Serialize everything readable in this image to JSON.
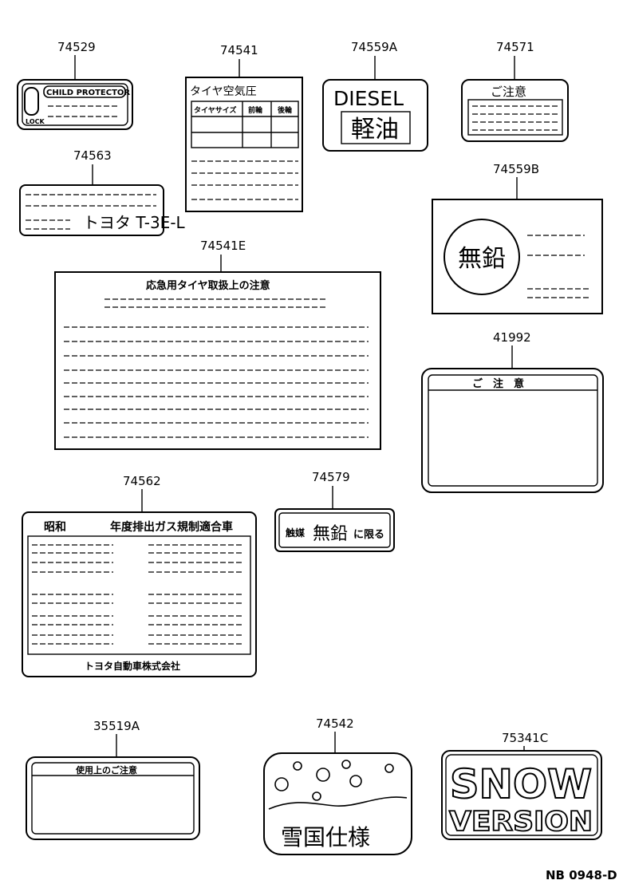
{
  "parts": {
    "p74529": "74529",
    "p74541": "74541",
    "p74559A": "74559A",
    "p74571": "74571",
    "p74563": "74563",
    "p74559B": "74559B",
    "p74541E": "74541E",
    "p41992": "41992",
    "p74562": "74562",
    "p74579": "74579",
    "p35519A": "35519A",
    "p74542": "74542",
    "p75341C": "75341C"
  },
  "labels": {
    "child_protector": "CHILD PROTECTOR",
    "lock": "LOCK",
    "tire_pressure_title": "タイヤ空気圧",
    "tire_size": "タイヤサイズ",
    "col_front": "前輪",
    "col_rear": "後輪",
    "diesel": "DIESEL",
    "keiyu": "軽油",
    "caution": "ご注意",
    "toyota_t3el": "トヨタ T-3E-L",
    "unleaded": "無鉛",
    "emergency_tire_title": "応急用タイヤ取扱上の注意",
    "caution_spaced": "ご　注　意",
    "showa": "昭和",
    "emission_cert": "年度排出ガス規制適合車",
    "toyota_motor": "トヨタ自動車株式会社",
    "catalyst": "触媒",
    "unleaded_small": "無鉛",
    "only": "に限る",
    "usage_caution": "使用上のご注意",
    "snow_country": "雪国仕様",
    "snow": "SNOW",
    "version": "VERSION",
    "drawing_no": "NB 0948-D"
  }
}
